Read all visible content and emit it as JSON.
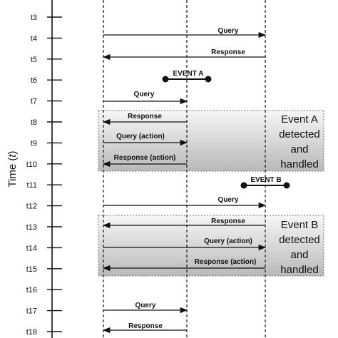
{
  "axis": {
    "title": "Time (",
    "title_var": "t",
    "title_end": ")",
    "ticks": [
      "t3",
      "t4",
      "t5",
      "t6",
      "t7",
      "t8",
      "t9",
      "t10",
      "t11",
      "t12",
      "t13",
      "t14",
      "t15",
      "t16",
      "t17",
      "t18"
    ]
  },
  "events": [
    {
      "label": "EVENT A"
    },
    {
      "label": "EVENT B"
    }
  ],
  "bands": [
    {
      "lines": [
        "Event A",
        "detected",
        "and",
        "handled"
      ]
    },
    {
      "lines": [
        "Event B",
        "detected",
        "and",
        "handled"
      ]
    }
  ],
  "messages": [
    {
      "label": "Query"
    },
    {
      "label": "Response"
    },
    {
      "label": "Query"
    },
    {
      "label": "Response"
    },
    {
      "label": "Query (action)"
    },
    {
      "label": "Response (action)"
    },
    {
      "label": "Query"
    },
    {
      "label": "Response"
    },
    {
      "label": "Query (action)"
    },
    {
      "label": "Response (action)"
    },
    {
      "label": "Query"
    },
    {
      "label": "Response"
    }
  ],
  "colors": {
    "band_light": "#f4f4f4",
    "band_dark": "#bdbdbd",
    "line": "#111111"
  }
}
